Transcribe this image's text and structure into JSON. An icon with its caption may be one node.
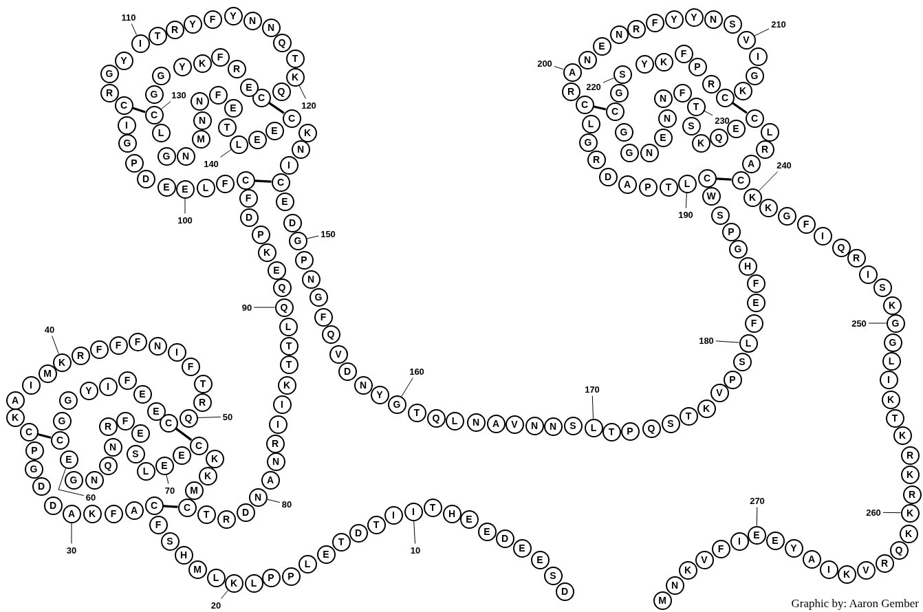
{
  "diagram": {
    "nodes": [
      {
        "text": [
          "D"
        ]
      },
      {
        "text": [
          "S"
        ]
      },
      {
        "text": [
          "E"
        ]
      },
      {
        "text": [
          "E"
        ]
      },
      {
        "text": [
          "D"
        ]
      },
      {
        "text": [
          "E"
        ]
      },
      {
        "text": [
          "E"
        ]
      },
      {
        "text": [
          "H"
        ]
      },
      {
        "text": [
          "T"
        ]
      },
      {
        "text": [
          "I"
        ]
      },
      {
        "text": [
          "I"
        ]
      },
      {
        "text": [
          "T"
        ]
      },
      {
        "text": [
          "D"
        ]
      },
      {
        "text": [
          "T"
        ]
      },
      {
        "text": [
          "E"
        ]
      },
      {
        "text": [
          "L"
        ]
      },
      {
        "text": [
          "P"
        ]
      },
      {
        "text": [
          "P"
        ]
      },
      {
        "text": [
          "L"
        ]
      },
      {
        "text": [
          "K"
        ]
      },
      {
        "text": [
          "L"
        ]
      },
      {
        "text": [
          "M"
        ]
      },
      {
        "text": [
          "H"
        ]
      },
      {
        "text": [
          "S"
        ]
      },
      {
        "text": [
          "F"
        ]
      },
      {
        "text": [
          "C"
        ]
      },
      {
        "text": [
          "A"
        ]
      },
      {
        "text": [
          "F"
        ]
      },
      {
        "text": [
          "K"
        ]
      },
      {
        "text": [
          "A"
        ]
      },
      {
        "text": [
          "D"
        ]
      },
      {
        "text": [
          "D"
        ]
      },
      {
        "text": [
          "G"
        ]
      },
      {
        "text": [
          "P"
        ]
      },
      {
        "text": [
          "C"
        ]
      },
      {
        "text": [
          "K"
        ]
      },
      {
        "text": [
          "A"
        ]
      },
      {
        "text": [
          "I"
        ]
      },
      {
        "text": [
          "M"
        ]
      },
      {
        "text": [
          "K"
        ]
      },
      {
        "text": [
          "R"
        ]
      },
      {
        "text": [
          "F"
        ]
      },
      {
        "text": [
          "F"
        ]
      },
      {
        "text": [
          "F"
        ]
      },
      {
        "text": [
          "N"
        ]
      },
      {
        "text": [
          "I"
        ]
      },
      {
        "text": [
          "F"
        ]
      },
      {
        "text": [
          "T"
        ]
      },
      {
        "text": [
          "R"
        ]
      },
      {
        "text": [
          "Q"
        ]
      },
      {
        "text": [
          "C"
        ]
      },
      {
        "text": [
          "E"
        ]
      },
      {
        "text": [
          "E"
        ]
      },
      {
        "text": [
          "F"
        ]
      },
      {
        "text": [
          "I"
        ]
      },
      {
        "text": [
          "Y"
        ]
      },
      {
        "text": [
          "G"
        ]
      },
      {
        "text": [
          "G"
        ]
      },
      {
        "text": [
          "C"
        ]
      },
      {
        "text": [
          "E"
        ]
      },
      {
        "text": [
          "G"
        ]
      },
      {
        "text": [
          "N"
        ]
      },
      {
        "text": [
          "Q"
        ]
      },
      {
        "text": [
          "N"
        ]
      },
      {
        "text": [
          "R"
        ]
      },
      {
        "text": [
          "F"
        ]
      },
      {
        "text": [
          "E"
        ]
      },
      {
        "text": [
          "S"
        ]
      },
      {
        "text": [
          "L"
        ]
      },
      {
        "text": [
          "E"
        ]
      },
      {
        "text": [
          "E"
        ]
      },
      {
        "text": [
          "C"
        ]
      },
      {
        "text": [
          "K"
        ]
      },
      {
        "text": [
          "K"
        ]
      },
      {
        "text": [
          "M"
        ]
      },
      {
        "text": [
          "C"
        ]
      },
      {
        "text": [
          "T"
        ]
      },
      {
        "text": [
          "R"
        ]
      },
      {
        "text": [
          "D"
        ]
      },
      {
        "text": [
          "N"
        ]
      },
      {
        "text": [
          "A"
        ]
      },
      {
        "text": [
          "N"
        ]
      },
      {
        "text": [
          "R"
        ]
      },
      {
        "text": [
          "I"
        ]
      },
      {
        "text": [
          "I"
        ]
      },
      {
        "text": [
          "K"
        ]
      },
      {
        "text": [
          "T"
        ]
      },
      {
        "text": [
          "T"
        ]
      },
      {
        "text": [
          "L"
        ]
      },
      {
        "text": [
          "Q"
        ]
      },
      {
        "text": [
          "Q"
        ]
      },
      {
        "text": [
          "E"
        ]
      },
      {
        "text": [
          "K"
        ]
      },
      {
        "text": [
          "P"
        ]
      },
      {
        "text": [
          "D"
        ]
      },
      {
        "text": [
          "F"
        ]
      },
      {
        "text": [
          "C"
        ]
      },
      {
        "text": [
          "F"
        ]
      },
      {
        "text": [
          "L"
        ]
      },
      {
        "text": [
          "E"
        ]
      },
      {
        "text": [
          "E"
        ]
      },
      {
        "text": [
          "D"
        ]
      },
      {
        "text": [
          "P"
        ]
      },
      {
        "text": [
          "G"
        ]
      },
      {
        "text": [
          "I"
        ]
      },
      {
        "text": [
          "C"
        ]
      },
      {
        "text": [
          "R"
        ]
      },
      {
        "text": [
          "G"
        ]
      },
      {
        "text": [
          "Y"
        ]
      },
      {
        "text": [
          "I"
        ]
      },
      {
        "text": [
          "T"
        ]
      },
      {
        "text": [
          "R"
        ]
      },
      {
        "text": [
          "Y"
        ]
      },
      {
        "text": [
          "F"
        ]
      },
      {
        "text": [
          "Y"
        ]
      },
      {
        "text": [
          "N"
        ]
      },
      {
        "text": [
          "N"
        ]
      },
      {
        "text": [
          "Q"
        ]
      },
      {
        "text": [
          "T"
        ]
      },
      {
        "text": [
          "K"
        ]
      },
      {
        "text": [
          "Q"
        ]
      },
      {
        "text": [
          "C"
        ]
      },
      {
        "text": [
          "E"
        ]
      },
      {
        "text": [
          "R"
        ]
      },
      {
        "text": [
          "F"
        ]
      },
      {
        "text": [
          "K"
        ]
      },
      {
        "text": [
          "Y"
        ]
      },
      {
        "text": [
          "G"
        ]
      },
      {
        "text": [
          "G"
        ]
      },
      {
        "text": [
          "C"
        ]
      },
      {
        "text": [
          "L"
        ]
      },
      {
        "text": [
          "G"
        ]
      },
      {
        "text": [
          "N"
        ]
      },
      {
        "text": [
          "M"
        ]
      },
      {
        "text": [
          "N"
        ]
      },
      {
        "text": [
          "N"
        ]
      },
      {
        "text": [
          "F"
        ]
      },
      {
        "text": [
          "E"
        ]
      },
      {
        "text": [
          "T"
        ]
      },
      {
        "text": [
          "L"
        ]
      },
      {
        "text": [
          "E"
        ]
      },
      {
        "text": [
          "E"
        ]
      },
      {
        "text": [
          "C"
        ]
      },
      {
        "text": [
          "K"
        ]
      },
      {
        "text": [
          "N"
        ]
      },
      {
        "text": [
          "I"
        ]
      },
      {
        "text": [
          "C"
        ]
      },
      {
        "text": [
          "E"
        ]
      },
      {
        "text": [
          "D"
        ]
      },
      {
        "text": [
          "G"
        ]
      },
      {
        "text": [
          "P"
        ]
      },
      {
        "text": [
          "N"
        ]
      },
      {
        "text": [
          "G"
        ]
      },
      {
        "text": [
          "F"
        ]
      },
      {
        "text": [
          "Q"
        ]
      },
      {
        "text": [
          "V"
        ]
      },
      {
        "text": [
          "D"
        ]
      },
      {
        "text": [
          "N"
        ]
      },
      {
        "text": [
          "Y"
        ]
      },
      {
        "text": [
          "G"
        ]
      },
      {
        "text": [
          "T"
        ]
      },
      {
        "text": [
          "Q"
        ]
      },
      {
        "text": [
          "L"
        ]
      },
      {
        "text": [
          "N"
        ]
      },
      {
        "text": [
          "A"
        ]
      },
      {
        "text": [
          "V"
        ]
      },
      {
        "text": [
          "N"
        ]
      },
      {
        "text": [
          "N"
        ]
      },
      {
        "text": [
          "S"
        ]
      },
      {
        "text": [
          "L"
        ]
      },
      {
        "text": [
          "T"
        ]
      },
      {
        "text": [
          "P"
        ]
      },
      {
        "text": [
          "Q"
        ]
      },
      {
        "text": [
          "S"
        ]
      },
      {
        "text": [
          "T"
        ]
      },
      {
        "text": [
          "K"
        ]
      },
      {
        "text": [
          "V"
        ]
      },
      {
        "text": [
          "P"
        ]
      },
      {
        "text": [
          "S"
        ]
      },
      {
        "text": [
          "L"
        ]
      },
      {
        "text": [
          "F"
        ]
      },
      {
        "text": [
          "E"
        ]
      },
      {
        "text": [
          "F"
        ]
      },
      {
        "text": [
          "H"
        ]
      },
      {
        "text": [
          "G"
        ]
      },
      {
        "text": [
          "P"
        ]
      },
      {
        "text": [
          "S"
        ]
      },
      {
        "text": [
          "W"
        ]
      },
      {
        "text": [
          "C"
        ]
      },
      {
        "text": [
          "L"
        ]
      },
      {
        "text": [
          "T"
        ]
      },
      {
        "text": [
          "P"
        ]
      },
      {
        "text": [
          "A"
        ]
      },
      {
        "text": [
          "D"
        ]
      },
      {
        "text": [
          "R"
        ]
      },
      {
        "text": [
          "G"
        ]
      },
      {
        "text": [
          "L"
        ]
      },
      {
        "text": [
          "C"
        ]
      },
      {
        "text": [
          "R"
        ]
      },
      {
        "text": [
          "A"
        ]
      },
      {
        "text": [
          "N"
        ]
      },
      {
        "text": [
          "E"
        ]
      },
      {
        "text": [
          "N"
        ]
      },
      {
        "text": [
          "R"
        ]
      },
      {
        "text": [
          "F"
        ]
      },
      {
        "text": [
          "Y"
        ]
      },
      {
        "text": [
          "Y"
        ]
      },
      {
        "text": [
          "N"
        ]
      },
      {
        "text": [
          "S"
        ]
      },
      {
        "text": [
          "V"
        ]
      },
      {
        "text": [
          "I"
        ]
      },
      {
        "text": [
          "G"
        ]
      },
      {
        "text": [
          "K"
        ]
      },
      {
        "text": [
          "C"
        ]
      },
      {
        "text": [
          "R"
        ]
      },
      {
        "text": [
          "P"
        ]
      },
      {
        "text": [
          "F"
        ]
      },
      {
        "text": [
          "K"
        ]
      },
      {
        "text": [
          "Y"
        ]
      },
      {
        "text": [
          "S"
        ]
      },
      {
        "text": [
          "G"
        ]
      },
      {
        "text": [
          "C"
        ]
      },
      {
        "text": [
          "G"
        ]
      },
      {
        "text": [
          "G"
        ]
      },
      {
        "text": [
          "N"
        ]
      },
      {
        "text": [
          "E"
        ]
      },
      {
        "text": [
          "N"
        ]
      },
      {
        "text": [
          "N"
        ]
      },
      {
        "text": [
          "F"
        ]
      },
      {
        "text": [
          "T"
        ]
      },
      {
        "text": [
          "S"
        ]
      },
      {
        "text": [
          "K"
        ]
      },
      {
        "text": [
          "Q"
        ]
      },
      {
        "text": [
          "E"
        ]
      },
      {
        "text": [
          "C"
        ]
      },
      {
        "text": [
          "L"
        ]
      },
      {
        "text": [
          "R"
        ]
      },
      {
        "text": [
          "A"
        ]
      },
      {
        "text": [
          "C"
        ]
      },
      {
        "text": [
          "K"
        ]
      },
      {
        "text": [
          "K"
        ]
      },
      {
        "text": [
          "G"
        ]
      },
      {
        "text": [
          "F"
        ]
      },
      {
        "text": [
          "I"
        ]
      },
      {
        "text": [
          "Q"
        ]
      },
      {
        "text": [
          "R"
        ]
      },
      {
        "text": [
          "I"
        ]
      },
      {
        "text": [
          "S"
        ]
      },
      {
        "text": [
          "K"
        ]
      },
      {
        "text": [
          "G"
        ]
      },
      {
        "text": [
          "G"
        ]
      },
      {
        "text": [
          "L"
        ]
      },
      {
        "text": [
          "I"
        ]
      },
      {
        "text": [
          "K"
        ]
      },
      {
        "text": [
          "T"
        ]
      },
      {
        "text": [
          "K"
        ]
      },
      {
        "text": [
          "R"
        ]
      },
      {
        "text": [
          "K"
        ]
      },
      {
        "text": [
          "R"
        ]
      },
      {
        "text": [
          "K"
        ]
      },
      {
        "text": [
          "K"
        ]
      },
      {
        "text": [
          "Q"
        ]
      },
      {
        "text": [
          "R"
        ]
      },
      {
        "text": [
          "V"
        ]
      },
      {
        "text": [
          "K"
        ]
      },
      {
        "text": [
          "I"
        ]
      },
      {
        "text": [
          "A"
        ]
      },
      {
        "text": [
          "Y"
        ]
      },
      {
        "text": [
          "E"
        ]
      },
      {
        "text": [
          "E"
        ]
      },
      {
        "text": [
          "I"
        ]
      },
      {
        "text": [
          "F"
        ]
      },
      {
        "text": [
          "V"
        ]
      },
      {
        "text": [
          "K"
        ]
      },
      {
        "text": [
          "N"
        ]
      },
      {
        "text": [
          "M"
        ]
      },
      {
        "text": [
          "10"
        ]
      },
      {
        "text": [
          "20"
        ]
      },
      {
        "text": [
          "30"
        ]
      },
      {
        "text": [
          "40"
        ]
      },
      {
        "text": [
          "50"
        ]
      },
      {
        "text": [
          "60"
        ]
      },
      {
        "text": [
          "70"
        ]
      },
      {
        "text": [
          "80"
        ]
      },
      {
        "text": [
          "90"
        ]
      },
      {
        "text": [
          "100"
        ]
      },
      {
        "text": [
          "110"
        ]
      },
      {
        "text": [
          "120"
        ]
      },
      {
        "text": [
          "130"
        ]
      },
      {
        "text": [
          "140"
        ]
      },
      {
        "text": [
          "150"
        ]
      },
      {
        "text": [
          "160"
        ]
      },
      {
        "text": [
          "170"
        ]
      },
      {
        "text": [
          "180"
        ]
      },
      {
        "text": [
          "190"
        ]
      },
      {
        "text": [
          "200"
        ]
      },
      {
        "text": [
          "210"
        ]
      },
      {
        "text": [
          "220"
        ]
      },
      {
        "text": [
          "230"
        ]
      },
      {
        "text": [
          "240"
        ]
      },
      {
        "text": [
          "250"
        ]
      },
      {
        "text": [
          "260"
        ]
      },
      {
        "text": [
          "270"
        ]
      }
    ],
    "edges": [
      {
        "from": 276,
        "to": 9,
        "arrow": "none"
      },
      {
        "from": 277,
        "to": 19,
        "arrow": "none"
      },
      {
        "from": 278,
        "to": 29,
        "arrow": "none"
      },
      {
        "from": 279,
        "to": 39,
        "arrow": "none"
      },
      {
        "from": 280,
        "to": 49,
        "arrow": "none"
      },
      {
        "from": 281,
        "to": 59,
        "arrow": "none"
      },
      {
        "from": 282,
        "to": 69,
        "arrow": "none"
      },
      {
        "from": 283,
        "to": 79,
        "arrow": "none"
      },
      {
        "from": 284,
        "to": 89,
        "arrow": "none"
      },
      {
        "from": 285,
        "to": 99,
        "arrow": "none"
      },
      {
        "from": 286,
        "to": 109,
        "arrow": "none"
      },
      {
        "from": 287,
        "to": 119,
        "arrow": "none"
      },
      {
        "from": 288,
        "to": 129,
        "arrow": "none"
      },
      {
        "from": 289,
        "to": 139,
        "arrow": "none"
      },
      {
        "from": 290,
        "to": 149,
        "arrow": "none"
      },
      {
        "from": 291,
        "to": 159,
        "arrow": "none"
      },
      {
        "from": 292,
        "to": 169,
        "arrow": "none"
      },
      {
        "from": 293,
        "to": 179,
        "arrow": "none"
      },
      {
        "from": 294,
        "to": 189,
        "arrow": "none"
      },
      {
        "from": 295,
        "to": 199,
        "arrow": "none"
      },
      {
        "from": 296,
        "to": 209,
        "arrow": "none"
      },
      {
        "from": 297,
        "to": 219,
        "arrow": "none"
      },
      {
        "from": 298,
        "to": 229,
        "arrow": "none"
      },
      {
        "from": 299,
        "to": 239,
        "arrow": "none"
      },
      {
        "from": 300,
        "to": 249,
        "arrow": "none"
      },
      {
        "from": 301,
        "to": 259,
        "arrow": "none"
      },
      {
        "from": 302,
        "to": 269,
        "arrow": "none"
      },
      {
        "from": 25,
        "to": 75,
        "arrow": "none",
        "style": "thick"
      },
      {
        "from": 34,
        "to": 58,
        "arrow": "none",
        "style": "thick"
      },
      {
        "from": 50,
        "to": 71,
        "arrow": "none",
        "style": "thick"
      },
      {
        "from": 96,
        "to": 146,
        "arrow": "none",
        "style": "thick"
      },
      {
        "from": 105,
        "to": 129,
        "arrow": "none",
        "style": "thick"
      },
      {
        "from": 121,
        "to": 142,
        "arrow": "none",
        "style": "thick"
      },
      {
        "from": 188,
        "to": 238,
        "arrow": "none",
        "style": "thick"
      },
      {
        "from": 197,
        "to": 221,
        "arrow": "none",
        "style": "thick"
      },
      {
        "from": 213,
        "to": 234,
        "arrow": "none",
        "style": "thick"
      }
    ],
    "labels": [
      "Graphic by: Aaron Gember"
    ]
  }
}
